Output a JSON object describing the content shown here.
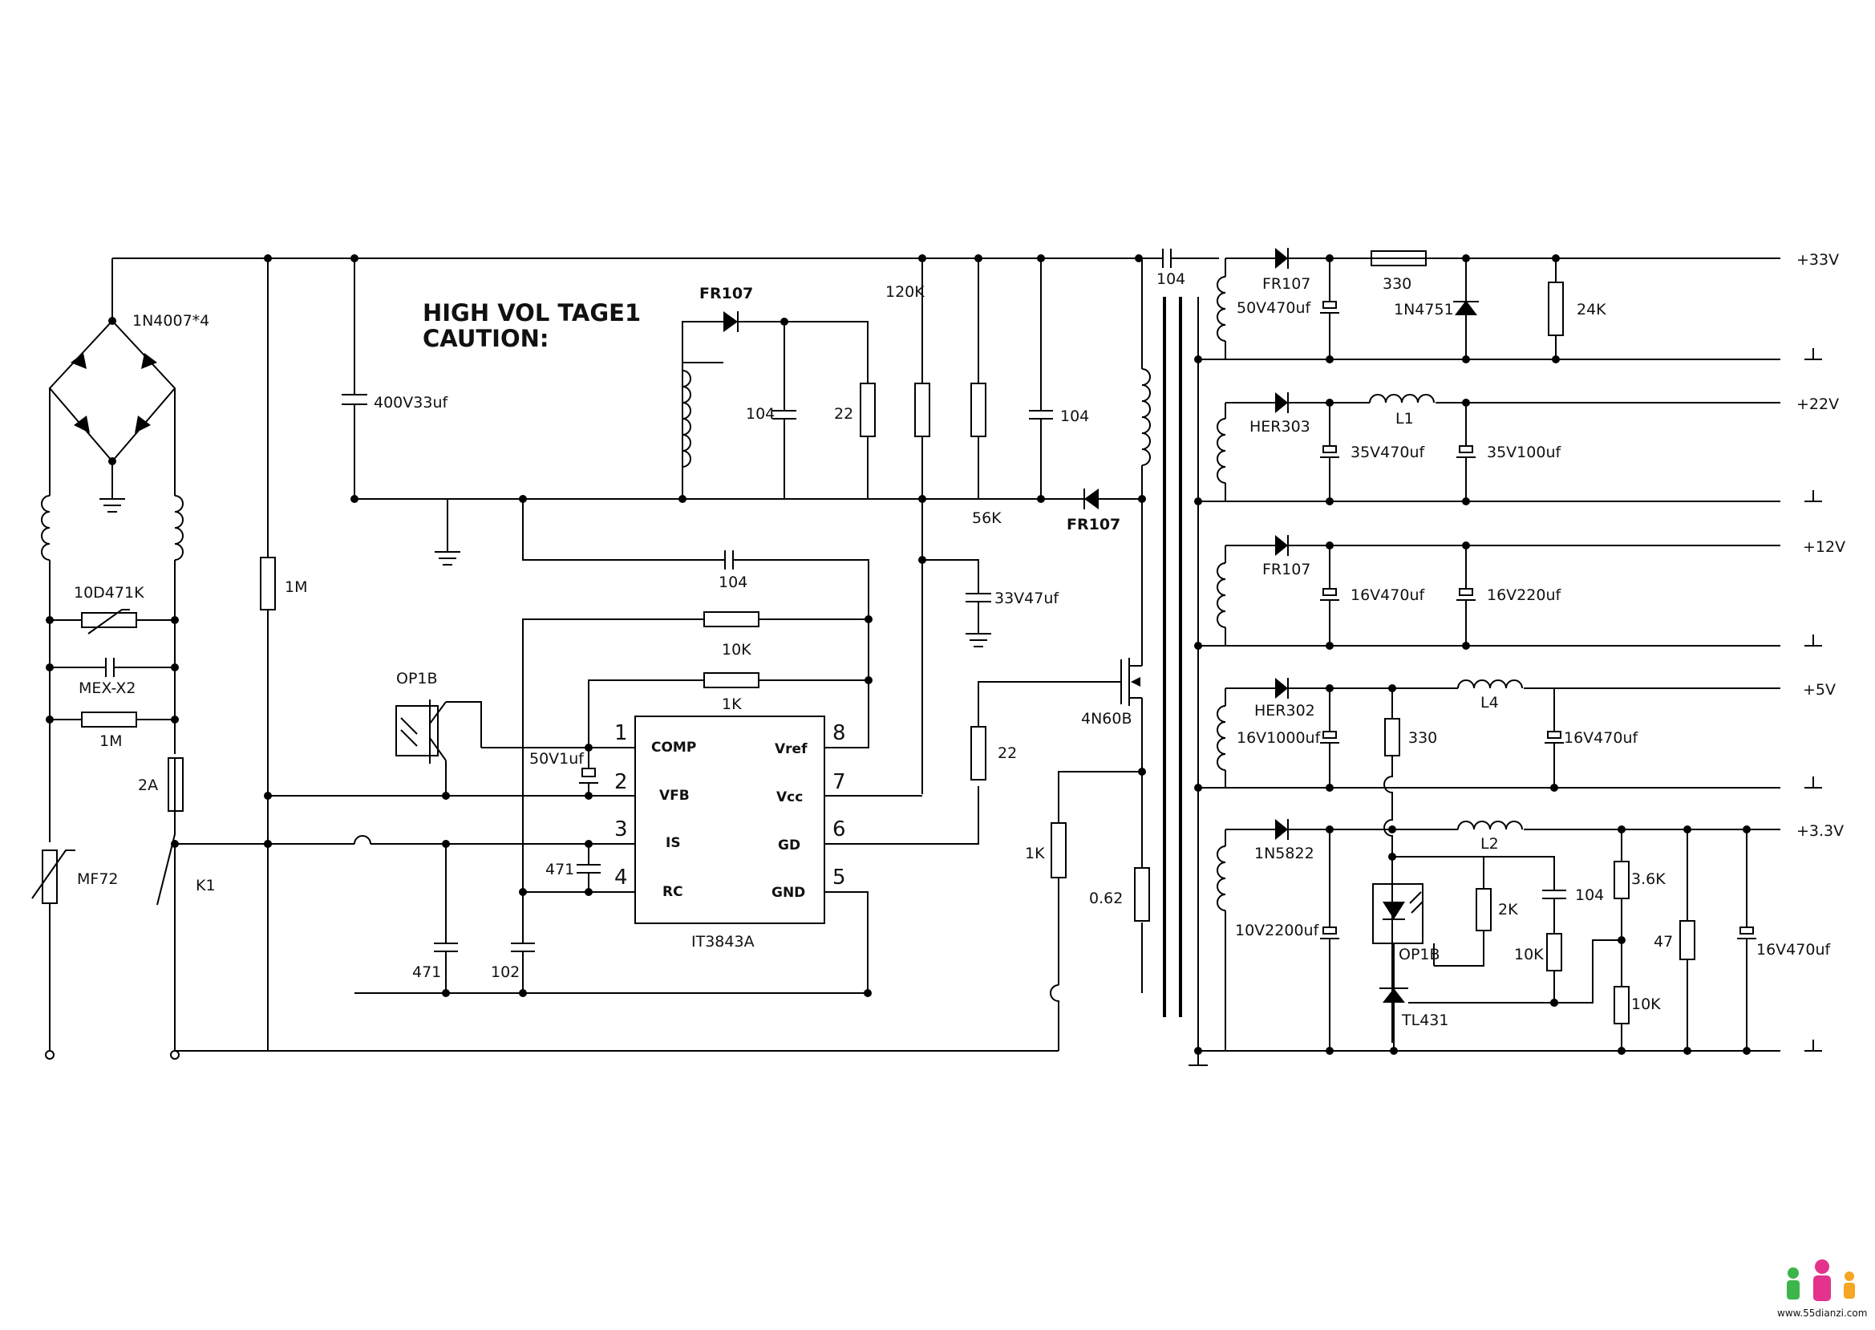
{
  "warning": {
    "line1": "HIGH VOL TAGE1",
    "line2": "CAUTION:"
  },
  "ic": {
    "name": "IT3843A",
    "pins_left": [
      {
        "num": "1",
        "label": "COMP"
      },
      {
        "num": "2",
        "label": "VFB"
      },
      {
        "num": "3",
        "label": "IS"
      },
      {
        "num": "4",
        "label": "RC"
      }
    ],
    "pins_right": [
      {
        "num": "8",
        "label": "Vref"
      },
      {
        "num": "7",
        "label": "Vcc"
      },
      {
        "num": "6",
        "label": "GD"
      },
      {
        "num": "5",
        "label": "GND"
      }
    ]
  },
  "input": {
    "bridge": "1N4007*4",
    "varistor": "10D471K",
    "cap_x2": "MEX-X2",
    "bleed": "1M",
    "fuse": "2A",
    "ntc": "MF72",
    "switch": "K1"
  },
  "primary": {
    "start_res": "1M",
    "bulk_cap": "400V33uf",
    "snub_diode": "FR107",
    "snub_cap": "104",
    "snub_res": "22",
    "r120k": "120K",
    "r56k": "56K",
    "cap104b": "104",
    "aux_diode": "FR107",
    "vcc_cap": "33V47uf",
    "cap104c": "104",
    "r10k": "10K",
    "r1k": "1K",
    "opto": "OP1B",
    "cap50v": "50V1uf",
    "cap471a": "471",
    "cap471b": "471",
    "cap102": "102",
    "gate_res": "22",
    "mosfet": "4N60B",
    "sense_r1k": "1K",
    "sense_r": "0.62",
    "y_cap": "104"
  },
  "outputs": [
    {
      "voltage": "+33V",
      "diode": "FR107",
      "cap": "50V470uf",
      "res": "330",
      "zener": "1N4751",
      "load": "24K"
    },
    {
      "voltage": "+22V",
      "diode": "HER303",
      "inductor": "L1",
      "cap1": "35V470uf",
      "cap2": "35V100uf"
    },
    {
      "voltage": "+12V",
      "diode": "FR107",
      "cap1": "16V470uf",
      "cap2": "16V220uf"
    },
    {
      "voltage": "+5V",
      "diode": "HER302",
      "cap1": "16V1000uf",
      "res": "330",
      "inductor": "L4",
      "cap2": "16V470uf"
    },
    {
      "voltage": "+3.3V",
      "diode": "1N5822",
      "cap1": "10V2200uf",
      "inductor": "L2",
      "opto": "OP1B",
      "r2k": "2K",
      "cap104": "104",
      "r10k_a": "10K",
      "ref": "TL431",
      "r36k": "3.6K",
      "r10k_b": "10K",
      "r47": "47",
      "cap2": "16V470uf"
    }
  ],
  "logo": {
    "text": "www.55dianzi.com"
  }
}
